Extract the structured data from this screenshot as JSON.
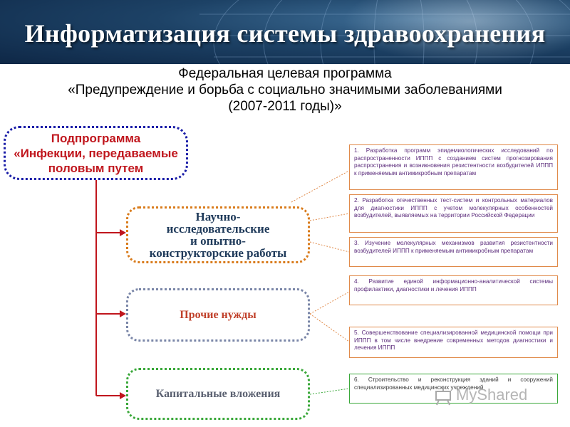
{
  "header": {
    "title": "Информатизация системы здравоохранения"
  },
  "subtitle": {
    "line1": "Федеральная целевая программа",
    "line2": "«Предупреждение и борьба с социально значимыми заболеваниями",
    "line3": "(2007-2011 годы)»"
  },
  "main_box": {
    "line1": "Подпрограмма",
    "line2": "«Инфекции, передаваемые",
    "line3": "половым путем"
  },
  "categories": {
    "rnd": {
      "line1": "Научно-",
      "line2": "исследовательские",
      "line3": "и опытно-",
      "line4": "конструкторские работы"
    },
    "other": "Прочие нужды",
    "capital": "Капитальные вложения"
  },
  "items": [
    "1. Разработка программ эпидемиологических исследований по распространенности ИППП с созданием систем прогнозирования распространения и возникновения резистентности возбудителей ИППП к применяемым антимикробным препаратам",
    "2. Разработка отечественных тест-систем и контрольных материалов для диагностики ИППП с учетом молекулярных особенностей возбудителей, выявляемых на территории Российской Федерации",
    "3. Изучение молекулярных механизмов развития резистентности возбудителей ИППП к применяемым антимикробным препаратам",
    "4. Развитие единой информационно-аналитической системы профилактики, диагностики и лечения ИППП",
    "5. Совершенствование специализированной медицинской помощи при ИППП в том числе внедрение современных методов диагностики и лечения ИППП",
    "6. Строительство и реконструкция зданий и сооружений специализированных медицинских учреждений"
  ],
  "watermark": "MyShared",
  "colors": {
    "header_bg": "#1d4266",
    "main_border": "#1b1ea8",
    "main_text": "#c0161d",
    "rnd_border": "#d97b1b",
    "other_border": "#7a86a8",
    "capital_border": "#3aa83a",
    "connector": "#c0161d",
    "item_border": "#e08a4a"
  }
}
